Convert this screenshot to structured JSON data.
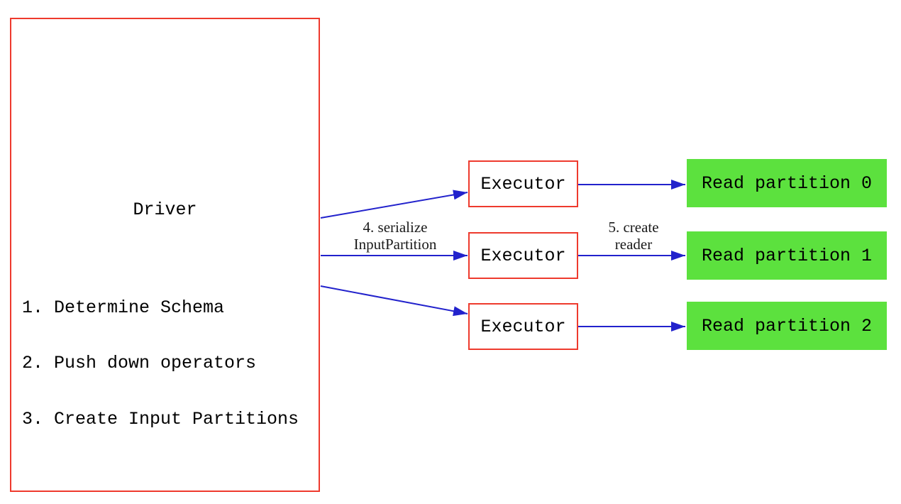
{
  "colors": {
    "background": "#ffffff",
    "box_border_red": "#ee3a2d",
    "arrow_blue": "#2222cc",
    "partition_green": "#5ce13e",
    "text_black": "#000000"
  },
  "driver": {
    "title": "Driver",
    "steps": [
      "1. Determine Schema",
      "2. Push down operators",
      "3. Create Input Partitions"
    ]
  },
  "executors": [
    {
      "label": "Executor"
    },
    {
      "label": "Executor"
    },
    {
      "label": "Executor"
    }
  ],
  "partitions": [
    {
      "label": "Read partition 0"
    },
    {
      "label": "Read partition 1"
    },
    {
      "label": "Read partition 2"
    }
  ],
  "edge_labels": {
    "serialize": {
      "line1": "4. serialize",
      "line2": "InputPartition"
    },
    "create_reader": {
      "line1": "5. create",
      "line2": "reader"
    }
  }
}
